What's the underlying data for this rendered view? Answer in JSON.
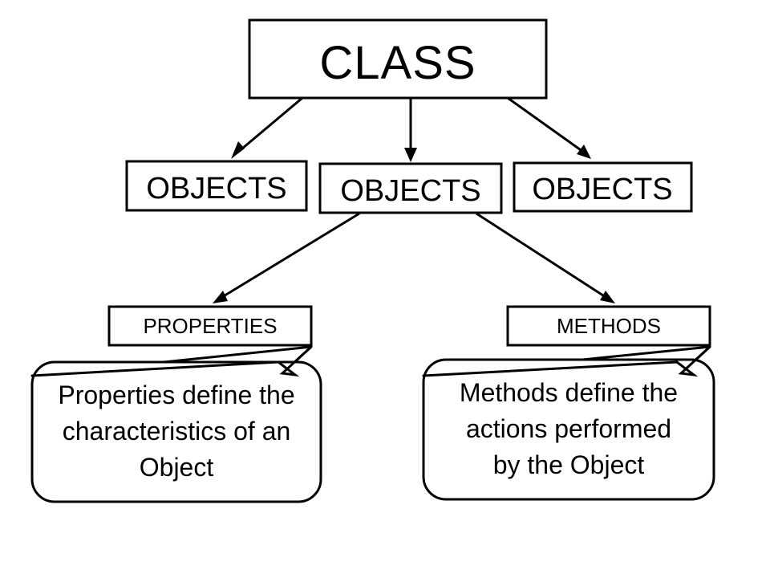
{
  "diagram": {
    "title": "CLASS",
    "type": "hierarchy-flowchart",
    "background_color": "#ffffff",
    "line_color": "#000000",
    "box_fill_color": "#ffffff",
    "root": {
      "label": "CLASS"
    },
    "objects_row": [
      {
        "label": "OBJECTS"
      },
      {
        "label": "OBJECTS"
      },
      {
        "label": "OBJECTS"
      }
    ],
    "members": [
      {
        "label": "PROPERTIES"
      },
      {
        "label": "METHODS"
      }
    ],
    "callouts": [
      {
        "lines": [
          "Properties define the",
          "characteristics of an",
          "Object"
        ]
      },
      {
        "lines": [
          "Methods define the",
          "actions performed",
          "by the Object"
        ]
      }
    ]
  }
}
